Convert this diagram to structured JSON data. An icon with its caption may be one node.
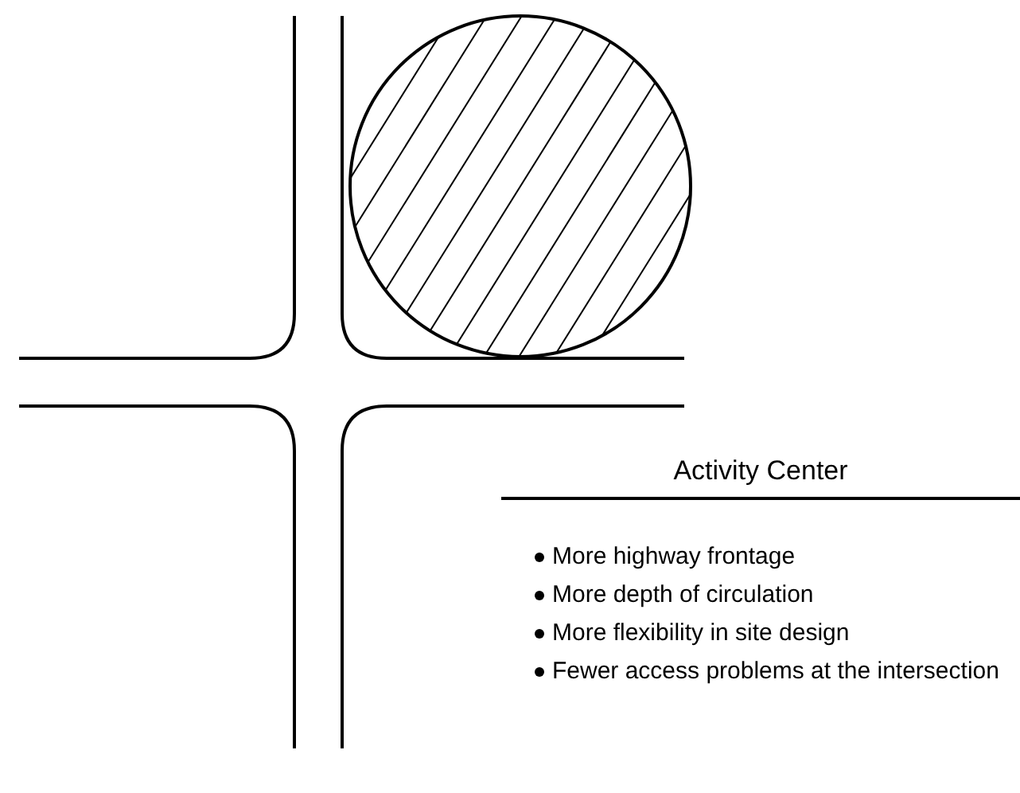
{
  "diagram": {
    "labels": [
      "Activity Center",
      "More highway frontage",
      "More depth of circulation",
      "More flexibility in site design",
      "Fewer access problems at the intersection"
    ]
  }
}
